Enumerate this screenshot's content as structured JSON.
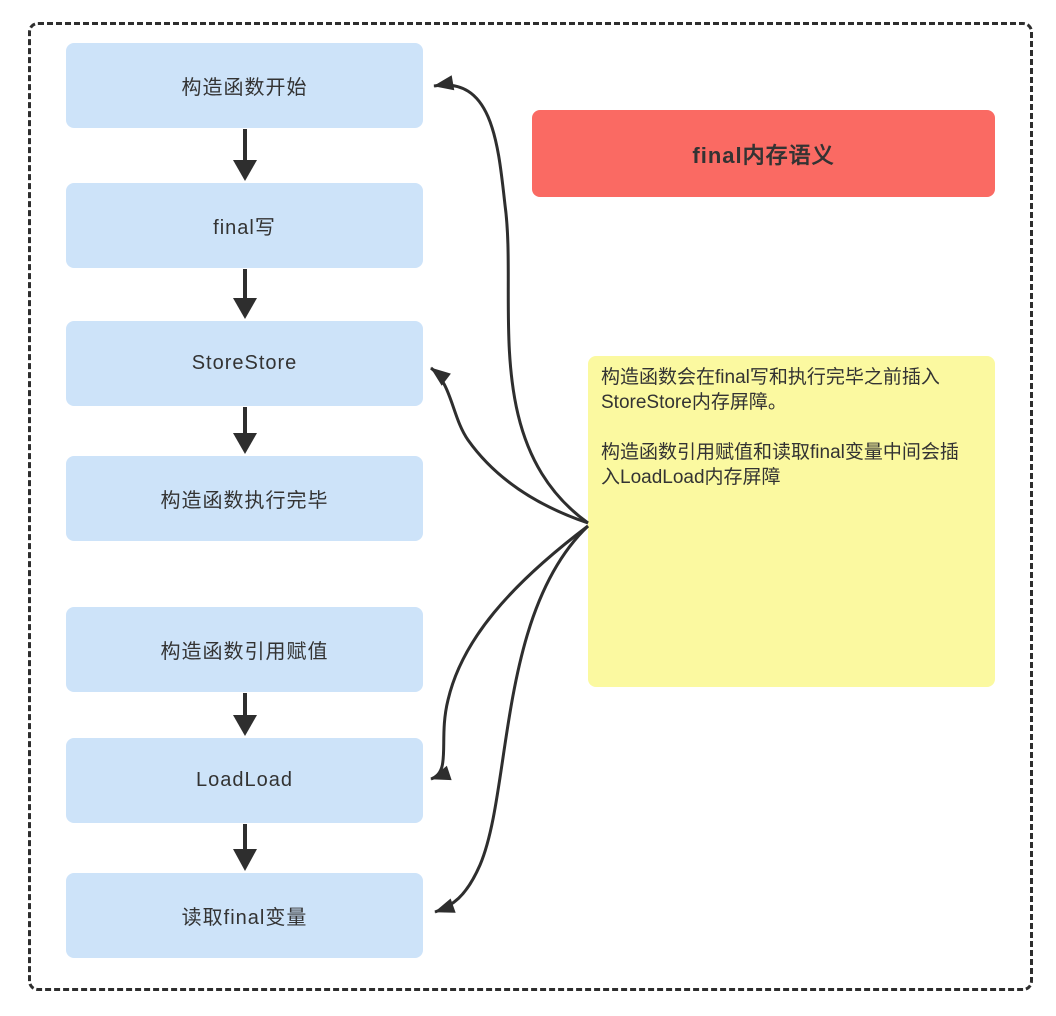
{
  "diagram": {
    "title": {
      "label": "final内存语义"
    },
    "flow_boxes": [
      {
        "id": "ctor-start",
        "label": "构造函数开始"
      },
      {
        "id": "final-write",
        "label": "final写"
      },
      {
        "id": "store-store",
        "label": "StoreStore"
      },
      {
        "id": "ctor-finished",
        "label": "构造函数执行完毕"
      },
      {
        "id": "ctor-ref-assign",
        "label": "构造函数引用赋值"
      },
      {
        "id": "load-load",
        "label": "LoadLoad"
      },
      {
        "id": "read-final",
        "label": "读取final变量"
      }
    ],
    "note": {
      "lines": [
        "构造函数会在final写和执行完毕之前插入",
        "StoreStore内存屏障。",
        "",
        "构造函数引用赋值和读取final变量中间会插",
        "入LoadLoad内存屏障"
      ]
    },
    "flow_edges": [
      [
        "构造函数开始",
        "final写"
      ],
      [
        "final写",
        "StoreStore"
      ],
      [
        "StoreStore",
        "构造函数执行完毕"
      ],
      [
        "构造函数引用赋值",
        "LoadLoad"
      ],
      [
        "LoadLoad",
        "读取final变量"
      ]
    ],
    "note_links_to": [
      "构造函数开始",
      "StoreStore",
      "LoadLoad",
      "读取final变量"
    ],
    "colors": {
      "canvas_bg": "#ffffff",
      "flow_box_bg": "#cde3f9",
      "title_bg": "#fa6a63",
      "note_bg": "#fbf9a0",
      "ink": "#333333",
      "arrow": "#2e2e2e"
    }
  }
}
